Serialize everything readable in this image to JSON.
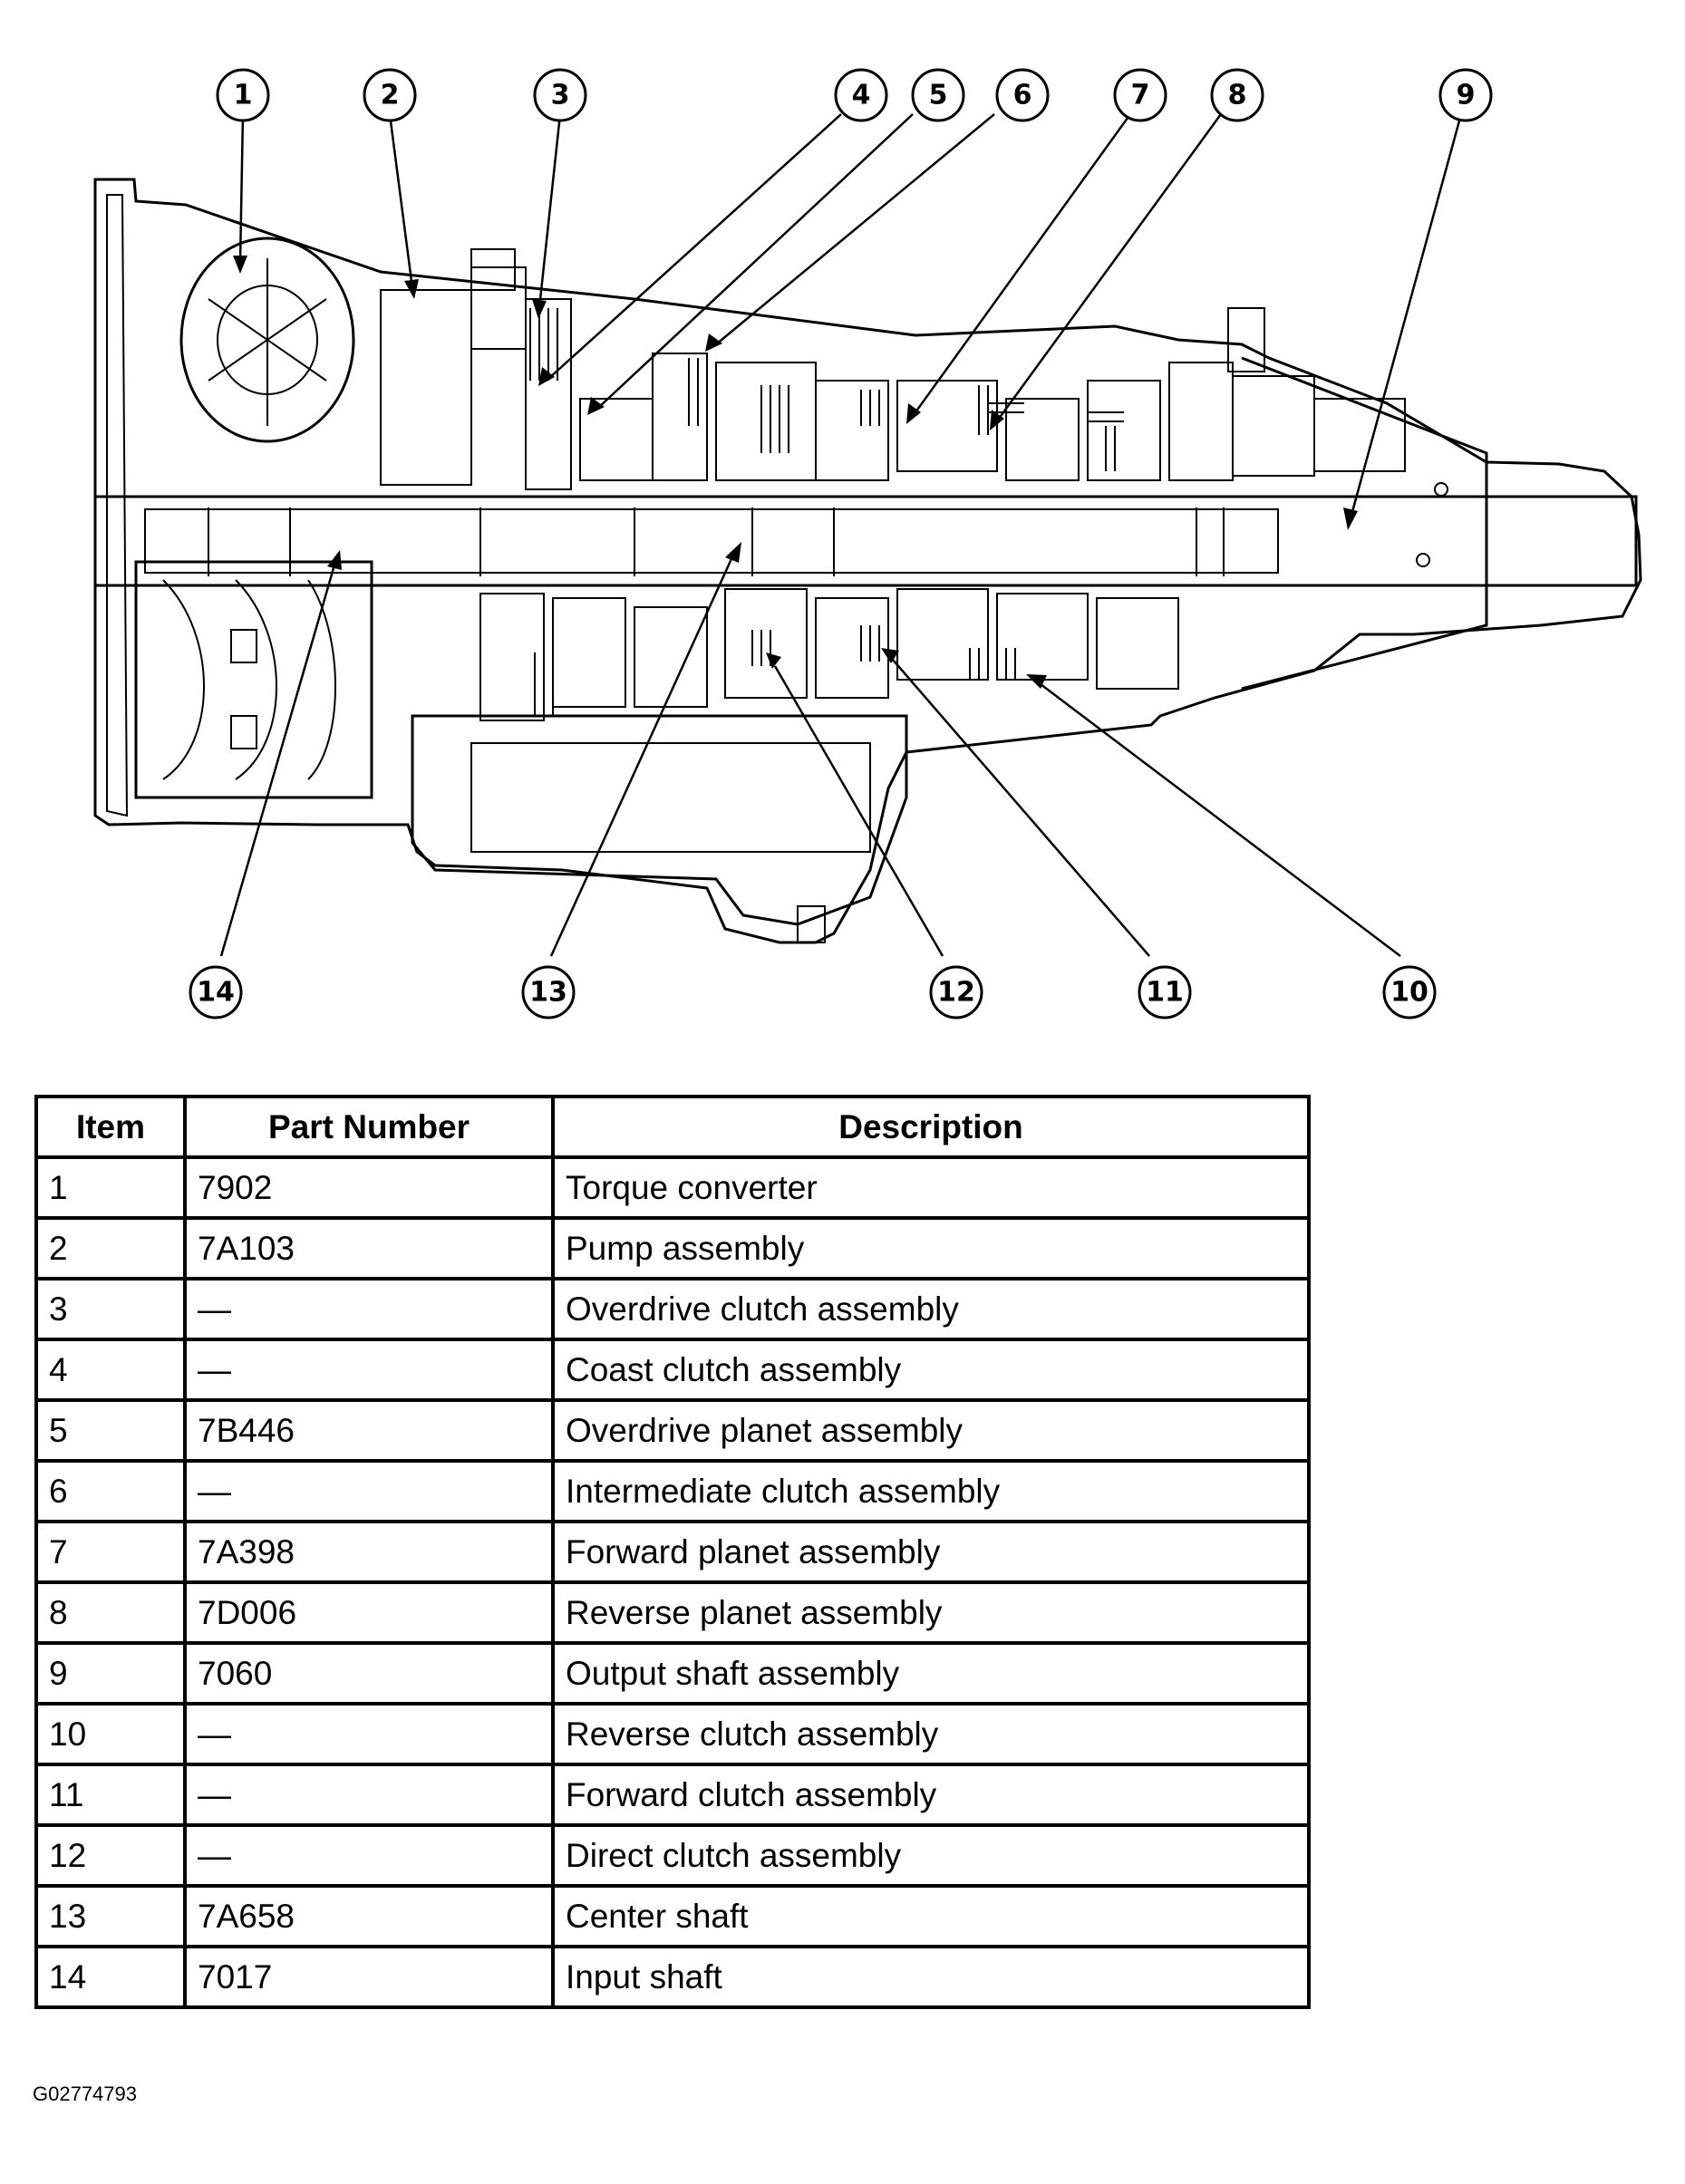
{
  "callouts": [
    "1",
    "2",
    "3",
    "4",
    "5",
    "6",
    "7",
    "8",
    "9",
    "10",
    "11",
    "12",
    "13",
    "14"
  ],
  "table": {
    "headers": [
      "Item",
      "Part Number",
      "Description"
    ],
    "rows": [
      {
        "item": "1",
        "part": "7902",
        "desc": "Torque converter"
      },
      {
        "item": "2",
        "part": "7A103",
        "desc": "Pump assembly"
      },
      {
        "item": "3",
        "part": "—",
        "desc": "Overdrive clutch assembly"
      },
      {
        "item": "4",
        "part": "—",
        "desc": "Coast clutch assembly"
      },
      {
        "item": "5",
        "part": "7B446",
        "desc": "Overdrive planet assembly"
      },
      {
        "item": "6",
        "part": "—",
        "desc": "Intermediate clutch assembly"
      },
      {
        "item": "7",
        "part": "7A398",
        "desc": "Forward planet assembly"
      },
      {
        "item": "8",
        "part": "7D006",
        "desc": "Reverse planet assembly"
      },
      {
        "item": "9",
        "part": "7060",
        "desc": "Output shaft assembly"
      },
      {
        "item": "10",
        "part": "—",
        "desc": "Reverse clutch assembly"
      },
      {
        "item": "11",
        "part": "—",
        "desc": "Forward clutch assembly"
      },
      {
        "item": "12",
        "part": "—",
        "desc": "Direct clutch assembly"
      },
      {
        "item": "13",
        "part": "7A658",
        "desc": "Center shaft"
      },
      {
        "item": "14",
        "part": "7017",
        "desc": "Input shaft"
      }
    ]
  },
  "figure_id": "G02774793"
}
